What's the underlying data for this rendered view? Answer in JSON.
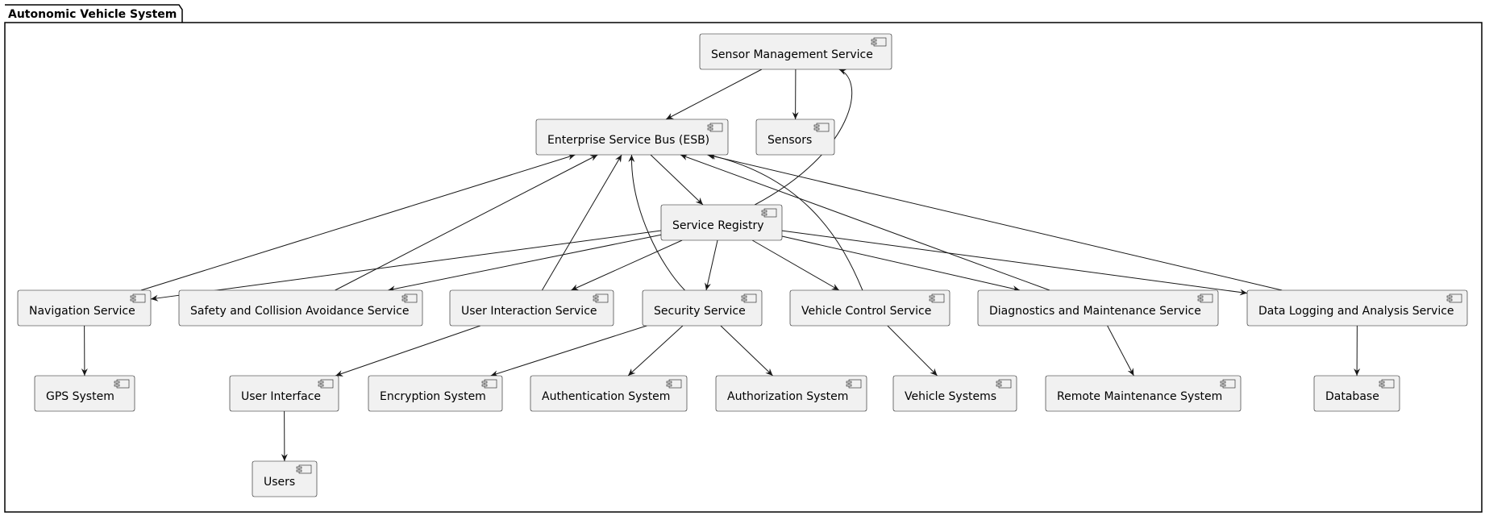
{
  "package": {
    "title": "Autonomic Vehicle System"
  },
  "colors": {
    "node_fill": "#F1F1F1",
    "node_stroke": "#181818",
    "edge": "#181818",
    "background": "#FFFFFF"
  },
  "nodes": [
    {
      "id": "sms",
      "label": "Sensor Management Service"
    },
    {
      "id": "esb",
      "label": "Enterprise Service Bus (ESB)"
    },
    {
      "id": "sens",
      "label": "Sensors"
    },
    {
      "id": "reg",
      "label": "Service Registry"
    },
    {
      "id": "nav",
      "label": "Navigation Service"
    },
    {
      "id": "safe",
      "label": "Safety and Collision Avoidance Service"
    },
    {
      "id": "ui",
      "label": "User Interaction Service"
    },
    {
      "id": "sec",
      "label": "Security Service"
    },
    {
      "id": "vcs",
      "label": "Vehicle Control Service"
    },
    {
      "id": "diag",
      "label": "Diagnostics and Maintenance Service"
    },
    {
      "id": "dla",
      "label": "Data Logging and Analysis Service"
    },
    {
      "id": "gps",
      "label": "GPS System"
    },
    {
      "id": "uif",
      "label": "User Interface"
    },
    {
      "id": "enc",
      "label": "Encryption System"
    },
    {
      "id": "auth",
      "label": "Authentication System"
    },
    {
      "id": "authz",
      "label": "Authorization System"
    },
    {
      "id": "vsys",
      "label": "Vehicle Systems"
    },
    {
      "id": "rms",
      "label": "Remote Maintenance System"
    },
    {
      "id": "db",
      "label": "Database"
    },
    {
      "id": "users",
      "label": "Users"
    }
  ],
  "edges": [
    {
      "from": "sms",
      "to": "esb"
    },
    {
      "from": "sms",
      "to": "sens"
    },
    {
      "from": "esb",
      "to": "reg"
    },
    {
      "from": "reg",
      "to": "sms"
    },
    {
      "from": "reg",
      "to": "nav"
    },
    {
      "from": "reg",
      "to": "safe"
    },
    {
      "from": "reg",
      "to": "ui"
    },
    {
      "from": "reg",
      "to": "sec"
    },
    {
      "from": "reg",
      "to": "vcs"
    },
    {
      "from": "reg",
      "to": "diag"
    },
    {
      "from": "reg",
      "to": "dla"
    },
    {
      "from": "nav",
      "to": "esb"
    },
    {
      "from": "safe",
      "to": "esb"
    },
    {
      "from": "ui",
      "to": "esb"
    },
    {
      "from": "sec",
      "to": "esb"
    },
    {
      "from": "vcs",
      "to": "esb"
    },
    {
      "from": "diag",
      "to": "esb"
    },
    {
      "from": "dla",
      "to": "esb"
    },
    {
      "from": "nav",
      "to": "gps"
    },
    {
      "from": "ui",
      "to": "uif"
    },
    {
      "from": "uif",
      "to": "users"
    },
    {
      "from": "sec",
      "to": "enc"
    },
    {
      "from": "sec",
      "to": "auth"
    },
    {
      "from": "sec",
      "to": "authz"
    },
    {
      "from": "vcs",
      "to": "vsys"
    },
    {
      "from": "diag",
      "to": "rms"
    },
    {
      "from": "dla",
      "to": "db"
    }
  ]
}
